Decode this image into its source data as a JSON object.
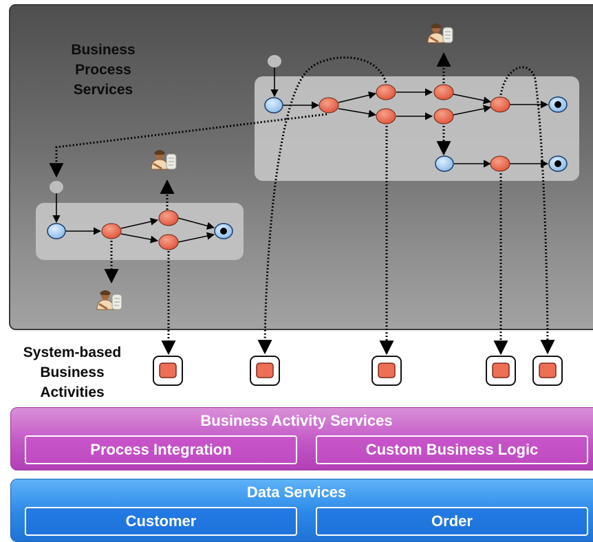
{
  "business_process": {
    "title_lines": [
      "Business",
      "Process",
      "Services"
    ]
  },
  "system_activities": {
    "label_lines": [
      "System-based",
      "Business",
      "Activities"
    ]
  },
  "business_activity_services": {
    "title": "Business Activity Services",
    "items": [
      "Process Integration",
      "Custom Business Logic"
    ]
  },
  "data_services": {
    "title": "Data Services",
    "items": [
      "Customer",
      "Order"
    ]
  },
  "colors": {
    "panel_dark": "#5a5a5a",
    "swimlane": "#c8c8c8",
    "start_node": "#a9cdf2",
    "activity_node": "#ec6f56",
    "end_node": "#a9cdf2",
    "business_activity_layer": "#c357c7",
    "data_layer": "#2a88e8"
  },
  "icons": [
    "person-with-document-icon"
  ]
}
